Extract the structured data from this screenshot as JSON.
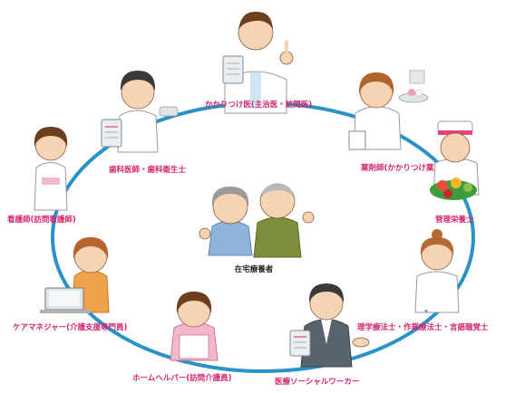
{
  "center": {
    "label": "在宅療養者"
  },
  "roles": [
    {
      "id": "doctor",
      "label": "かかりつけ医(主治医・訪問医)"
    },
    {
      "id": "pharmacist",
      "label": "薬剤師(かかりつけ薬局)"
    },
    {
      "id": "dietitian",
      "label": "管理栄養士"
    },
    {
      "id": "therapist",
      "label": "理学療法士・作業療法士・言語聴覚士"
    },
    {
      "id": "social-worker",
      "label": "医療ソーシャルワーカー"
    },
    {
      "id": "home-helper",
      "label": "ホームヘルパー(訪問介護員)"
    },
    {
      "id": "care-manager",
      "label": "ケアマネジャー(介護支援専門員)"
    },
    {
      "id": "nurse",
      "label": "看護師(訪問看護師)"
    },
    {
      "id": "dentist",
      "label": "歯科医師・歯科衛生士"
    }
  ],
  "colors": {
    "ring": "#2a92c8",
    "label": "#d6246e",
    "skin": "#f6d3b3",
    "hair": "#6b3f1f"
  }
}
